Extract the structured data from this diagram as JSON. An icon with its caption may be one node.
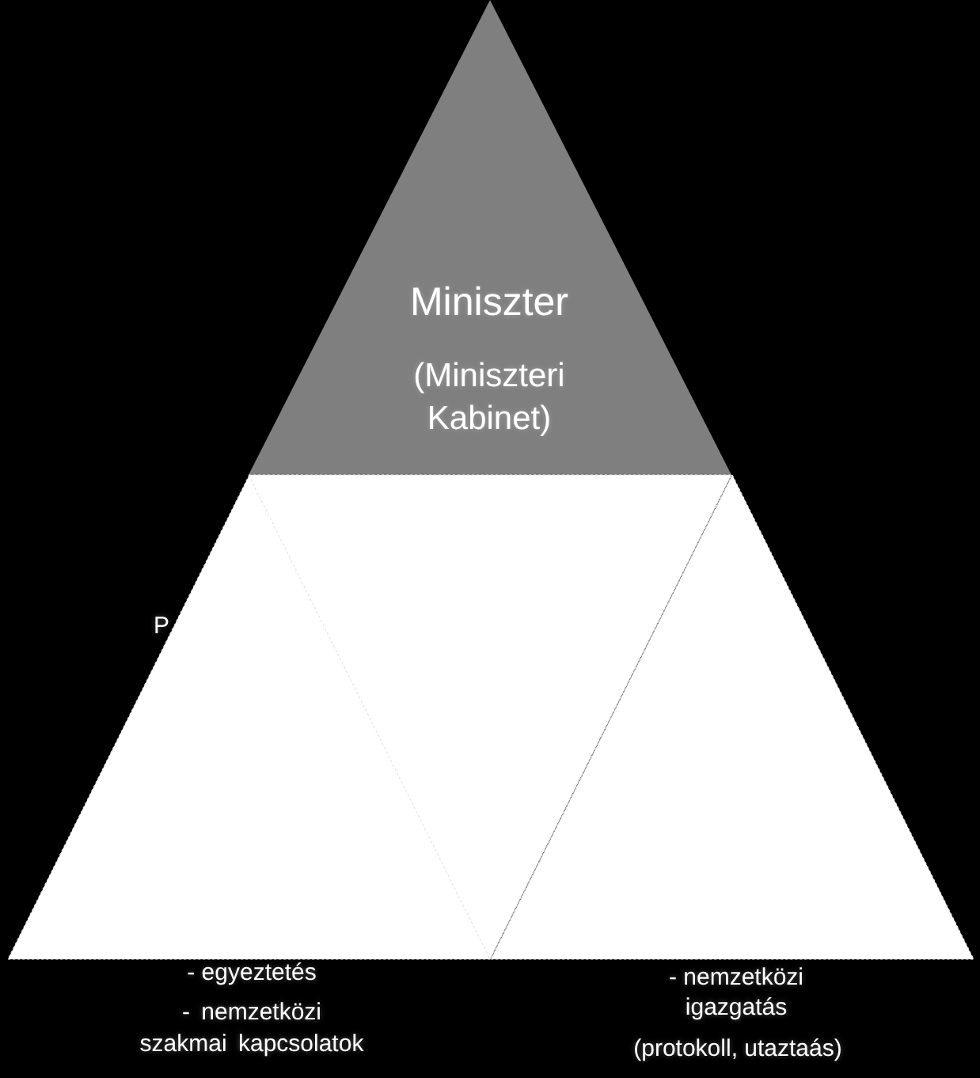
{
  "diagram": {
    "nodes": [
      {
        "text": [
          "Miniszter",
          "(Miniszteri Kabinet)"
        ]
      },
      {
        "text": [],
        "shape": "triangle",
        "beside": [
          "- egyeztetés",
          "- nemzetközi szakmai kapcsolatok"
        ]
      },
      {
        "text": [],
        "shape": "triangle"
      },
      {
        "text": [],
        "shape": "triangle",
        "beside": [
          "- nemzetközi igazgatás",
          "(protokoll, utaztaás)"
        ]
      }
    ],
    "labels": [
      "P"
    ]
  }
}
